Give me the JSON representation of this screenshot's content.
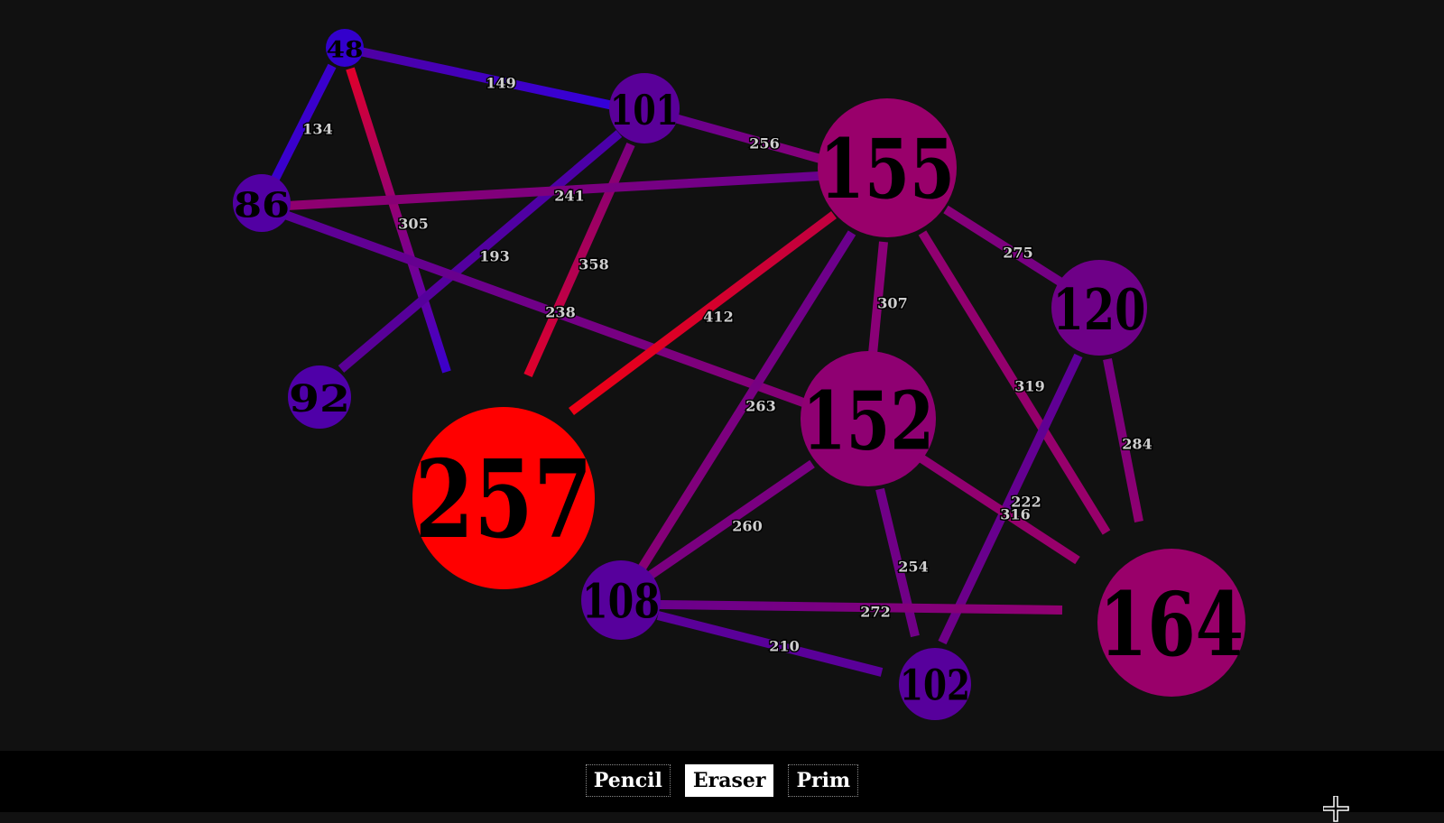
{
  "graph": {
    "nodes": [
      {
        "id": "48",
        "label": "48",
        "color": "#3300cc"
      },
      {
        "id": "101",
        "label": "101",
        "color": "#5a0099"
      },
      {
        "id": "155",
        "label": "155",
        "color": "#99006b"
      },
      {
        "id": "86",
        "label": "86",
        "color": "#5200a3"
      },
      {
        "id": "120",
        "label": "120",
        "color": "#6e0087"
      },
      {
        "id": "92",
        "label": "92",
        "color": "#4f00a8"
      },
      {
        "id": "152",
        "label": "152",
        "color": "#8f0072"
      },
      {
        "id": "257",
        "label": "257",
        "color": "#ff0000"
      },
      {
        "id": "108",
        "label": "108",
        "color": "#57009c"
      },
      {
        "id": "164",
        "label": "164",
        "color": "#99006a"
      },
      {
        "id": "102",
        "label": "102",
        "color": "#57009c"
      }
    ],
    "edges": [
      {
        "label": "149",
        "from": "48",
        "to": "101",
        "colors": [
          "#4f00a3",
          "#3300dd"
        ]
      },
      {
        "label": "134",
        "from": "48",
        "to": "86",
        "colors": [
          "#3a00cc",
          "#3a00cc"
        ]
      },
      {
        "label": "305",
        "from": "48",
        "to": "257",
        "colors": [
          "#e0002a",
          "#3a00cc"
        ]
      },
      {
        "label": "256",
        "from": "101",
        "to": "155",
        "colors": [
          "#660090",
          "#8a0078"
        ]
      },
      {
        "label": "193",
        "from": "101",
        "to": "92",
        "colors": [
          "#4a00aa",
          "#5a0096"
        ]
      },
      {
        "label": "358",
        "from": "101",
        "to": "257",
        "colors": [
          "#7a0080",
          "#e0002a"
        ]
      },
      {
        "label": "241",
        "from": "86",
        "to": "155",
        "colors": [
          "#90006f",
          "#6a008d"
        ]
      },
      {
        "label": "238",
        "from": "86",
        "to": "152",
        "colors": [
          "#5a0099",
          "#880075"
        ]
      },
      {
        "label": "412",
        "from": "155",
        "to": "257",
        "colors": [
          "#c00040",
          "#ee0015"
        ]
      },
      {
        "label": "307",
        "from": "155",
        "to": "152",
        "colors": [
          "#8a0077",
          "#8a0077"
        ]
      },
      {
        "label": "275",
        "from": "155",
        "to": "120",
        "colors": [
          "#8a0078",
          "#700086"
        ]
      },
      {
        "label": "263",
        "from": "155",
        "to": "108",
        "colors": [
          "#6a008d",
          "#880075"
        ]
      },
      {
        "label": "319",
        "from": "155",
        "to": "164",
        "colors": [
          "#900070",
          "#99006a"
        ]
      },
      {
        "label": "284",
        "from": "120",
        "to": "164",
        "colors": [
          "#750082",
          "#8f0070"
        ]
      },
      {
        "label": "222",
        "from": "120",
        "to": "102",
        "colors": [
          "#5d0097",
          "#6e0088"
        ]
      },
      {
        "label": "260",
        "from": "152",
        "to": "108",
        "colors": [
          "#7a0080",
          "#7a0080"
        ]
      },
      {
        "label": "316",
        "from": "152",
        "to": "164",
        "colors": [
          "#8f0072",
          "#99006a"
        ]
      },
      {
        "label": "254",
        "from": "152",
        "to": "102",
        "colors": [
          "#700086",
          "#700086"
        ]
      },
      {
        "label": "272",
        "from": "108",
        "to": "164",
        "colors": [
          "#6a008d",
          "#900070"
        ]
      },
      {
        "label": "210",
        "from": "108",
        "to": "102",
        "colors": [
          "#5a0099",
          "#5a0099"
        ]
      }
    ]
  },
  "toolbar": {
    "buttons": [
      {
        "label": "Pencil",
        "active": false
      },
      {
        "label": "Eraser",
        "active": true
      },
      {
        "label": "Prim",
        "active": false
      }
    ]
  },
  "background_color": "#111111",
  "toolbar_color": "#000000"
}
